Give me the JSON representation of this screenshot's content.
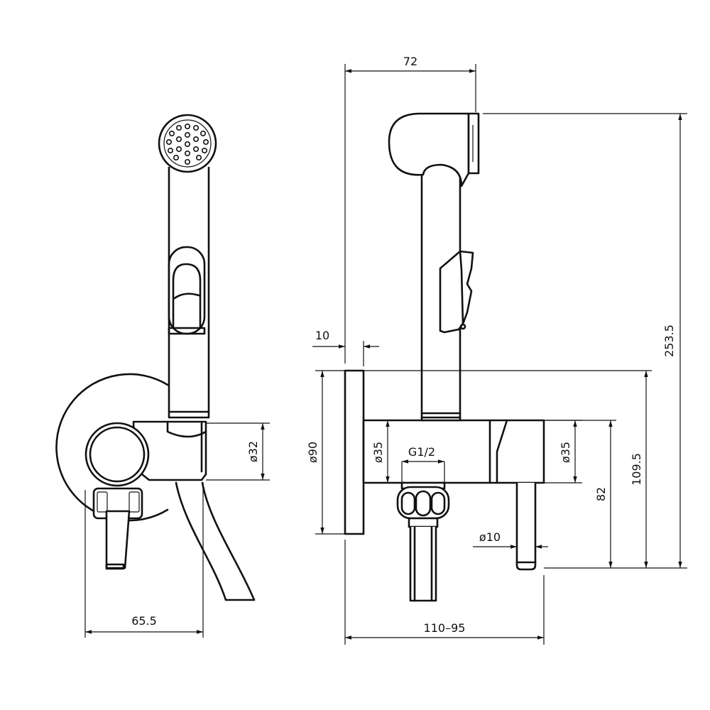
{
  "drawing": {
    "colors": {
      "line": "#111111",
      "background": "#ffffff"
    },
    "dimensions": {
      "total_width": "72",
      "wall_thickness": "10",
      "total_height": "253.5",
      "flange_diameter": "ø90",
      "body_diameter_left": "ø35",
      "thread_size": "G1/2",
      "body_diameter_right": "ø35",
      "holder_height": "109.5",
      "outlet_height": "82",
      "pin_diameter": "ø10",
      "projection": "110–95",
      "holder_diameter": "ø32",
      "front_width": "65.5"
    }
  }
}
